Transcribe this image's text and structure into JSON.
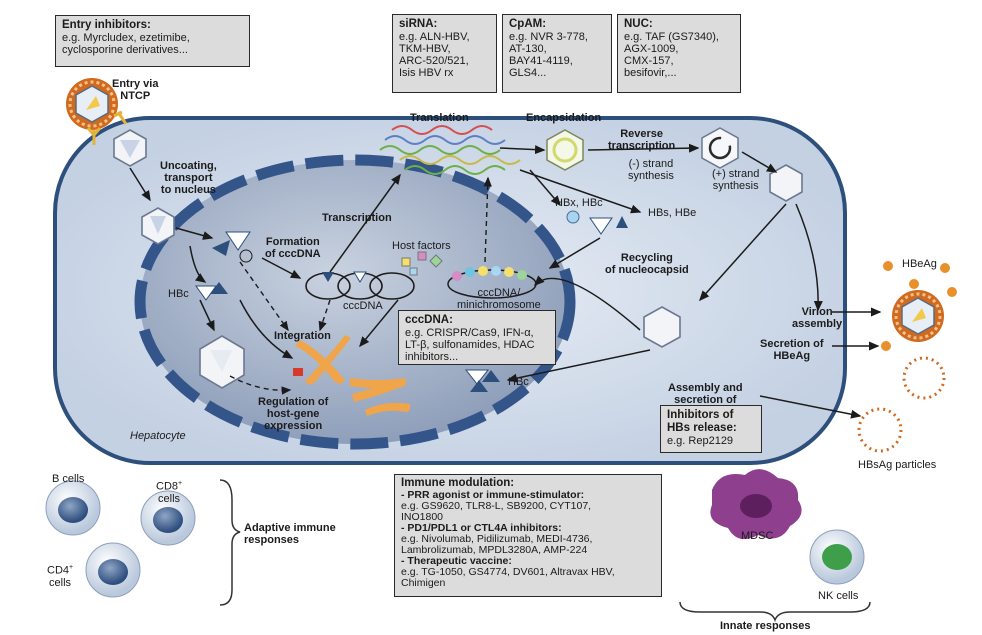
{
  "inhibitor_boxes": {
    "entry": {
      "title": "Entry inhibitors:",
      "lines": [
        "e.g. Myrcludex, ezetimibe,",
        "cyclosporine derivatives..."
      ]
    },
    "sirna": {
      "title": "siRNA:",
      "lines": [
        "e.g. ALN-HBV,",
        "TKM-HBV,",
        "ARC-520/521,",
        "Isis HBV rx"
      ]
    },
    "cpam": {
      "title": "CpAM:",
      "lines": [
        "e.g. NVR 3-778,",
        "AT-130,",
        "BAY41-4119,",
        "GLS4..."
      ]
    },
    "nuc": {
      "title": "NUC:",
      "lines": [
        "e.g. TAF (GS7340),",
        "AGX-1009,",
        "CMX-157,",
        "besifovir,..."
      ]
    },
    "cccdna": {
      "title": "cccDNA:",
      "lines": [
        "e.g. CRISPR/Cas9, IFN-α,",
        "LT-β, sulfonamides, HDAC",
        "inhibitors..."
      ]
    },
    "release": {
      "title": "Inhibitors of",
      "title2": "HBs release:",
      "lines": [
        "e.g. Rep2129"
      ]
    }
  },
  "immune_box": {
    "title": "Immune modulation:",
    "sections": [
      {
        "head": "- PRR agonist or immune-stimulator:",
        "lines": [
          "e.g. GS9620, TLR8-L, SB9200, CYT107,",
          "INO1800"
        ]
      },
      {
        "head": "- PD1/PDL1 or CTL4A inhibitors:",
        "lines": [
          "e.g. Nivolumab, Pidilizumab, MEDI-4736,",
          "Lambrolizumab, MPDL3280A, AMP-224"
        ]
      },
      {
        "head": "- Therapeutic vaccine:",
        "lines": [
          "e.g. TG-1050, GS4774, DV601, Altravax HBV,",
          "Chimigen"
        ]
      }
    ]
  },
  "labels": {
    "entry_ntcp": [
      "Entry via",
      "NTCP"
    ],
    "uncoating": [
      "Uncoating,",
      "transport",
      "to nucleus"
    ],
    "formation": [
      "Formation",
      "of cccDNA"
    ],
    "transcription": "Transcription",
    "translation": "Translation",
    "encapsidation": "Encapsidation",
    "reverse_transcription": [
      "Reverse",
      "transcription"
    ],
    "minus_strand": [
      "(-) strand",
      "synthesis"
    ],
    "plus_strand": [
      "(+) strand",
      "synthesis"
    ],
    "hbx_hbc": "HBx, HBc",
    "hbs_hbe": "HBs, HBe",
    "host_factors": "Host factors",
    "cccdna": "cccDNA",
    "minichromosome": [
      "cccDNA/",
      "minichromosome"
    ],
    "recycling": [
      "Recycling",
      "of nucleocapsid"
    ],
    "hbc_left": "HBc",
    "hbc_bottom": "HBc",
    "integration": "Integration",
    "regulation": [
      "Regulation of",
      "host-gene",
      "expression"
    ],
    "hepatocyte": "Hepatocyte",
    "virion_assembly": [
      "Virion",
      "assembly"
    ],
    "secretion_hbeag": [
      "Secretion of",
      "HBeAg"
    ],
    "assembly_secretion": [
      "Assembly and",
      "secretion of"
    ],
    "hbeag": "HBeAg",
    "hbsag_particles": "HBsAg  particles",
    "b_cells": "B cells",
    "cd8_cells": [
      "CD8",
      "cells"
    ],
    "cd4_cells": [
      "CD4",
      "cells"
    ],
    "superscript": "+",
    "adaptive": [
      "Adaptive immune",
      "responses"
    ],
    "mdsc": "MDSC",
    "nk_cells": "NK cells",
    "innate": "Innate responses"
  },
  "colors": {
    "cell_border": "#2c4f7c",
    "cell_fill": "#cfd9e8",
    "nucleus_fill": "#a9b6cc",
    "nuclear_rim": "#34558a",
    "box_fill": "#dcdcdc",
    "hbeag_orange": "#e8902a",
    "virion_orange": "#d06a1f",
    "chromosome": "#f0a54a",
    "mdsc_purple": "#8e3f8e",
    "nk_green": "#3f9e4a"
  }
}
